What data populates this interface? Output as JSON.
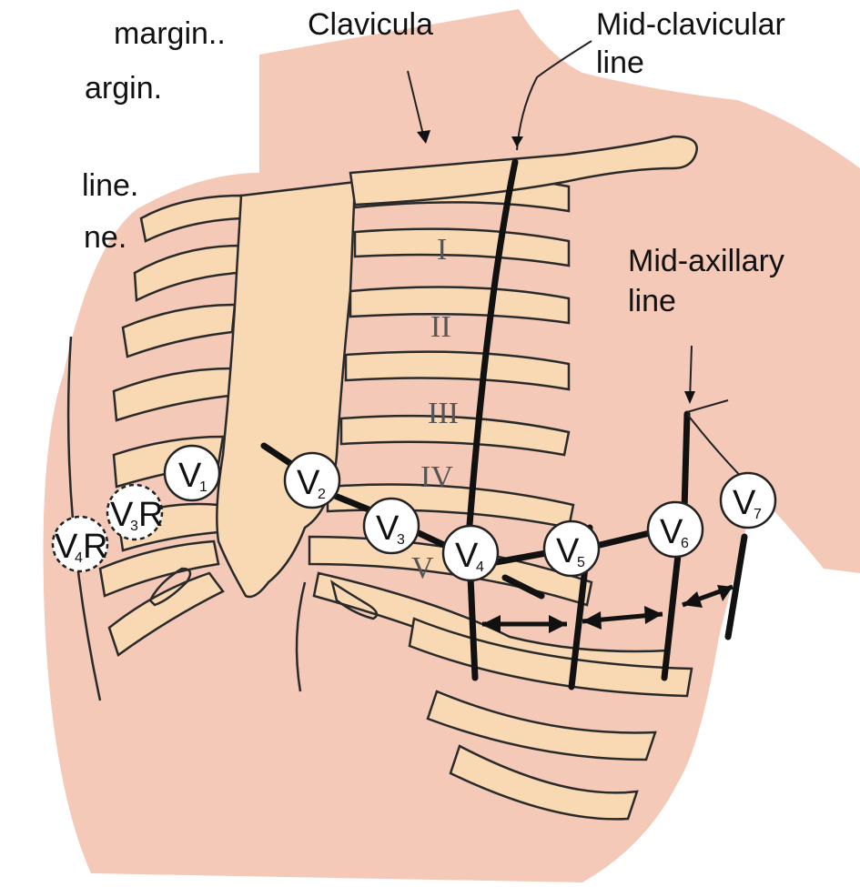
{
  "fragments": [
    "margin..",
    "argin.",
    "line.",
    "ne."
  ],
  "labels": {
    "clavicula": "Clavicula",
    "mid_clavicular_1": "Mid-clavicular",
    "mid_clavicular_2": "line",
    "mid_axillary_1": "Mid-axillary",
    "mid_axillary_2": "line"
  },
  "intercostal_spaces": [
    "I",
    "II",
    "III",
    "IV",
    "V"
  ],
  "electrodes": [
    {
      "main": "V",
      "sub": "1",
      "suffix": ""
    },
    {
      "main": "V",
      "sub": "2",
      "suffix": ""
    },
    {
      "main": "V",
      "sub": "3",
      "suffix": ""
    },
    {
      "main": "V",
      "sub": "4",
      "suffix": ""
    },
    {
      "main": "V",
      "sub": "5",
      "suffix": ""
    },
    {
      "main": "V",
      "sub": "6",
      "suffix": ""
    },
    {
      "main": "V",
      "sub": "7",
      "suffix": ""
    },
    {
      "main": "V",
      "sub": "3",
      "suffix": "R"
    },
    {
      "main": "V",
      "sub": "4",
      "suffix": "R"
    }
  ],
  "colors": {
    "skin": "#f4c9b8",
    "bone": "#f8d9b3",
    "line": "#111111"
  }
}
